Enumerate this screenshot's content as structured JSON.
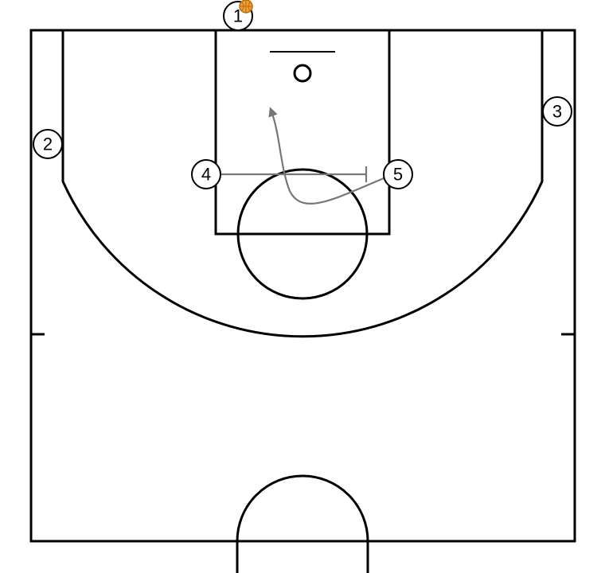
{
  "diagram": {
    "players": [
      {
        "id": "1",
        "label": "1",
        "has_ball": true
      },
      {
        "id": "2",
        "label": "2"
      },
      {
        "id": "3",
        "label": "3"
      },
      {
        "id": "4",
        "label": "4"
      },
      {
        "id": "5",
        "label": "5"
      }
    ],
    "actions": [
      {
        "type": "screen",
        "from": "4",
        "to": "5"
      },
      {
        "type": "cut",
        "player": "5"
      }
    ],
    "colors": {
      "court_lines": "#000000",
      "action_lines": "#777777",
      "ball": "#F0A030",
      "ball_seams": "#B86A10",
      "background": "#FFFFFF"
    }
  }
}
